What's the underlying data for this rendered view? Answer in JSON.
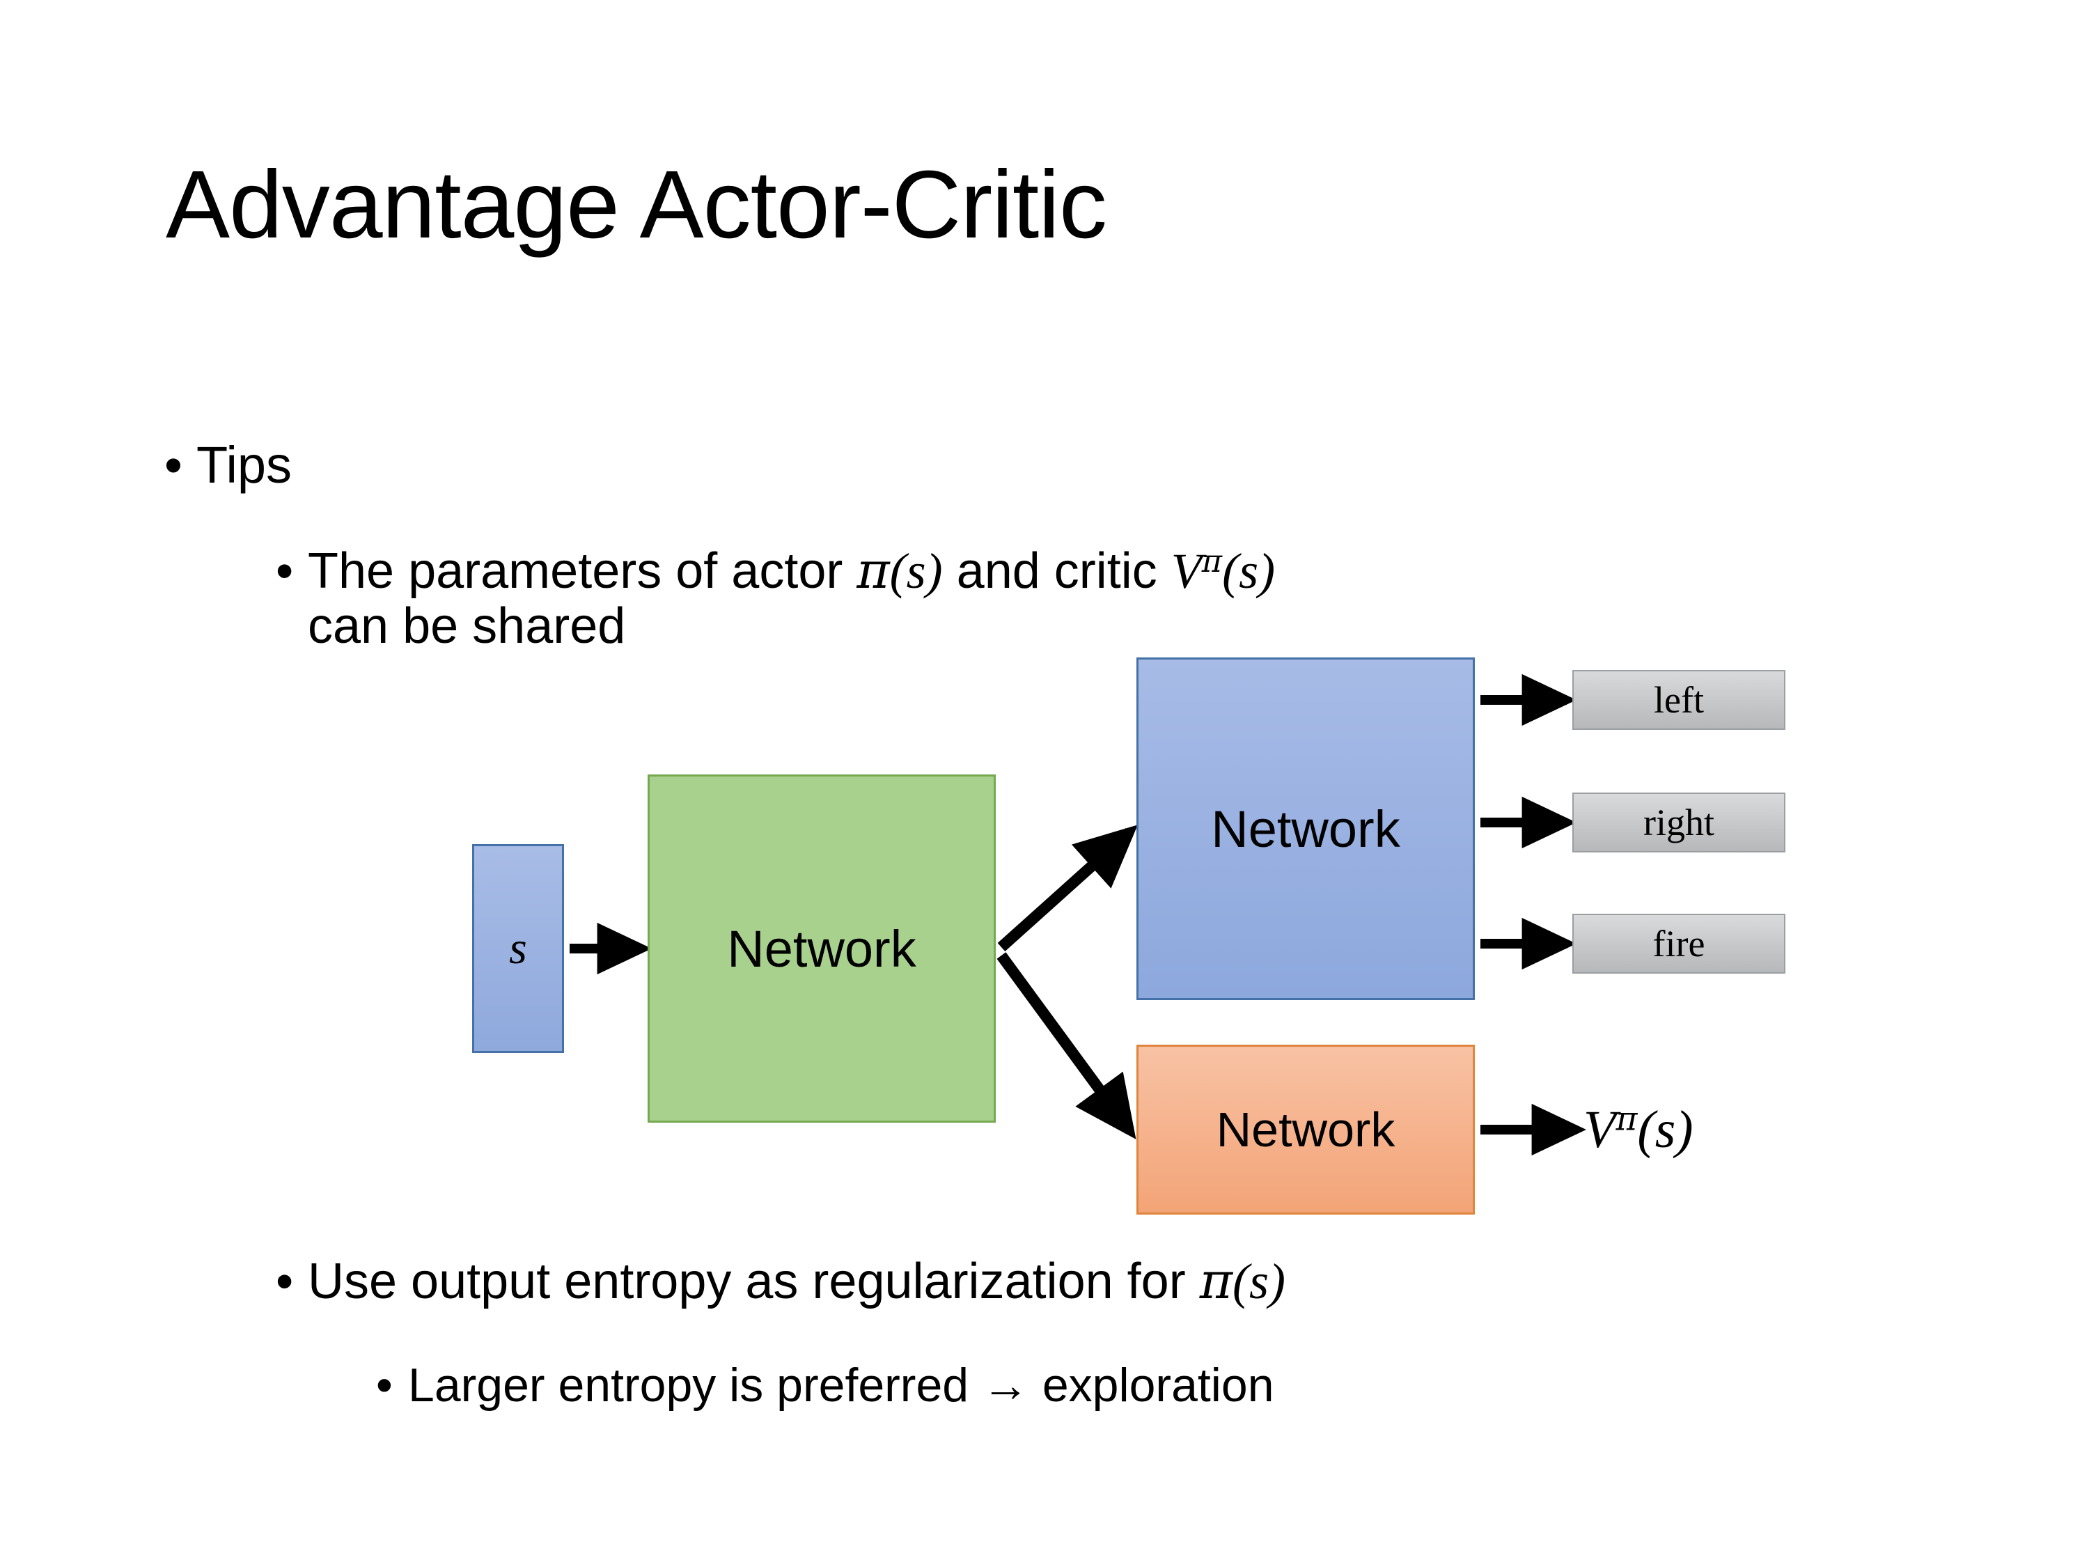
{
  "slide": {
    "title": "Advantage Actor-Critic",
    "background": "#ffffff"
  },
  "bullets": {
    "tips": "Tips",
    "shared_params": {
      "prefix": "The parameters of actor ",
      "actor_symbol_pi": "π",
      "actor_symbol_arg": "(s)",
      "middle": "  and critic ",
      "critic_symbol_V": "V",
      "critic_symbol_exp": "π",
      "critic_symbol_arg": "(s)",
      "second_line": "can be shared"
    },
    "entropy": {
      "prefix": "Use output entropy as regularization for ",
      "symbol_pi": "π",
      "symbol_arg": "(s)"
    },
    "larger_entropy": "Larger entropy is preferred → exploration"
  },
  "diagram": {
    "state_label": "s",
    "shared_network_label": "Network",
    "actor_network_label": "Network",
    "critic_network_label": "Network",
    "action_outputs": [
      {
        "label": "left"
      },
      {
        "label": "right"
      },
      {
        "label": "fire"
      }
    ],
    "critic_output": {
      "symbol_V": "V",
      "symbol_exp": "π",
      "symbol_arg": "(s)"
    },
    "colors": {
      "state_fill": "#99b0e0",
      "state_border": "#4472a8",
      "shared_fill": "#a9d18e",
      "shared_border": "#76a94f",
      "actor_fill": "#9bb2e2",
      "actor_border": "#4472a8",
      "critic_fill": "#f5b088",
      "critic_border": "#e0853e",
      "output_fill": "#c6c8ca",
      "output_border": "#9b9fa2",
      "arrow": "#000000",
      "text": "#000000"
    }
  }
}
